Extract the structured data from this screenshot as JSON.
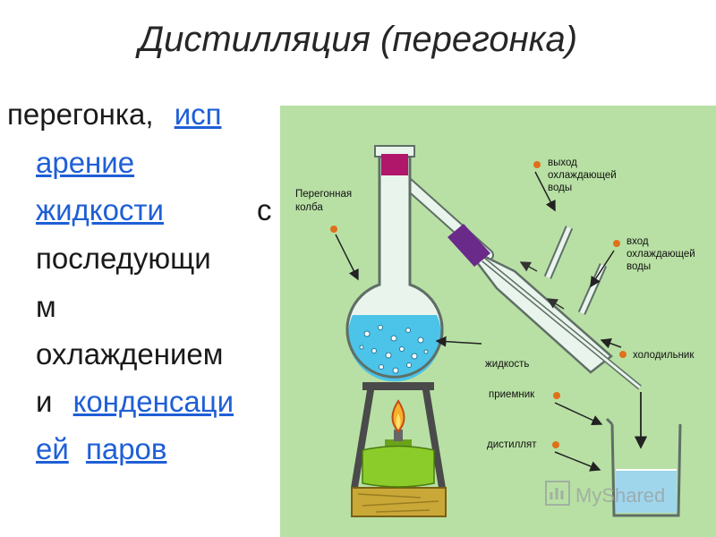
{
  "title": "Дистилляция (перегонка)",
  "definition": {
    "prefix": "перегонка,",
    "link1_part1": "исп",
    "link1_part2": "арение",
    "link1_part3": "жидкости",
    "conj": "с",
    "word1": "последующи",
    "word2": "м",
    "word3": "охлаждением",
    "conj2": "и",
    "link2_part1": "конденсаци",
    "link2_part2": "ей",
    "link3": "паров"
  },
  "diagram_labels": {
    "flask_line1": "Перегонная",
    "flask_line2": "колба",
    "water_out_line1": "выход",
    "water_out_line2": "охлаждающей",
    "water_out_line3": "воды",
    "water_in_line1": "вход",
    "water_in_line2": "охлаждающей",
    "water_in_line3": "воды",
    "liquid": "жидкость",
    "condenser": "холодильник",
    "receiver": "приемник",
    "distillate": "дистиллят"
  },
  "watermark": "MyShared",
  "colors": {
    "panel_bg": "#b8e0a4",
    "link": "#1f5fd6",
    "glass": "#e8f4ec",
    "liquid": "#4cc3e8",
    "stopper": "#b0176a",
    "burner": "#8ccc2a",
    "stand": "#4a4a4a"
  }
}
